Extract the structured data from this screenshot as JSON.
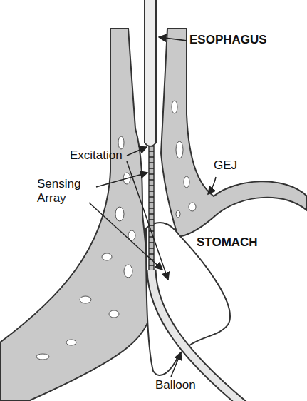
{
  "diagram": {
    "labels": [
      "ESOPHAGUS",
      "Excitation",
      "Sensing Array",
      "GEJ",
      "STOMACH",
      "Balloon"
    ]
  }
}
